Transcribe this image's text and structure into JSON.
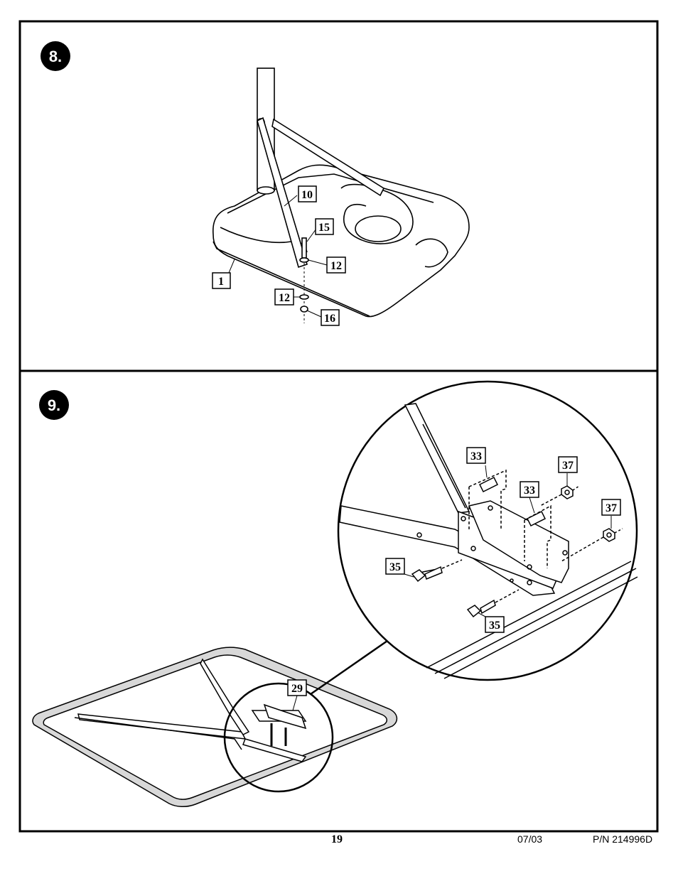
{
  "steps": [
    {
      "number": "8.",
      "callouts": {
        "c10": "10",
        "c15": "15",
        "c12a": "12",
        "c1": "1",
        "c12b": "12",
        "c16": "16"
      }
    },
    {
      "number": "9.",
      "callouts": {
        "c33a": "33",
        "c37a": "37",
        "c33b": "33",
        "c37b": "37",
        "c35a": "35",
        "c35b": "35",
        "c29": "29"
      }
    }
  ],
  "footer": {
    "page_number": "19",
    "date": "07/03",
    "part_number": "P/N 214996D"
  }
}
